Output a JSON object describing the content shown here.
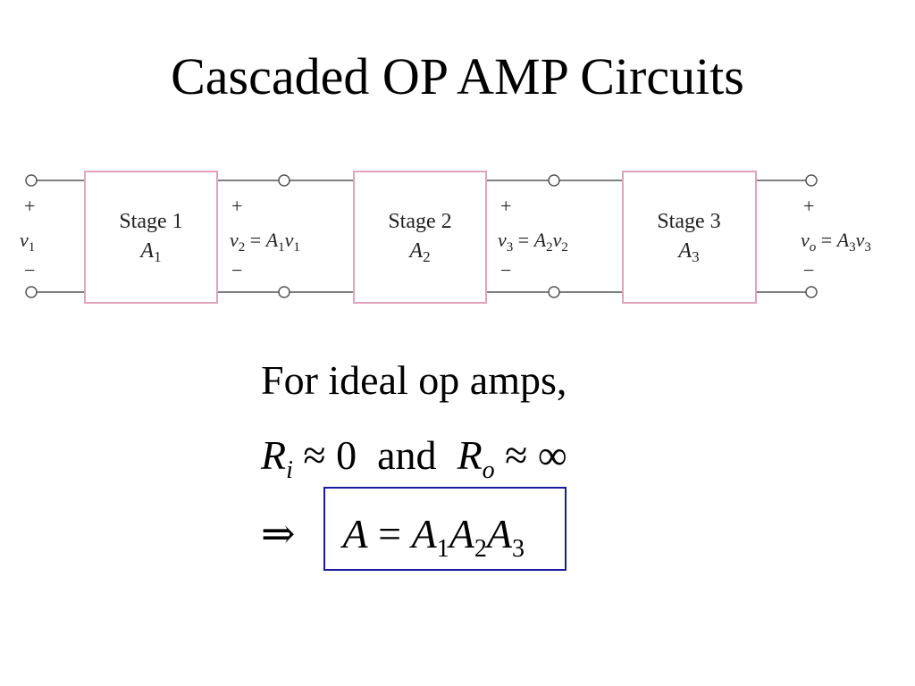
{
  "title": "Cascaded OP AMP Circuits",
  "diagram": {
    "stages": [
      {
        "name": "Stage 1",
        "gain_var": "A",
        "gain_sub": "1"
      },
      {
        "name": "Stage 2",
        "gain_var": "A",
        "gain_sub": "2"
      },
      {
        "name": "Stage 3",
        "gain_var": "A",
        "gain_sub": "3"
      }
    ],
    "ports": [
      {
        "plus": "+",
        "minus": "−",
        "label": "v1"
      },
      {
        "plus": "+",
        "minus": "−",
        "label": "v2 = A1v1"
      },
      {
        "plus": "+",
        "minus": "−",
        "label": "v3 = A2v2"
      },
      {
        "plus": "+",
        "minus": "−",
        "label": "vo = A3v3"
      }
    ],
    "colors": {
      "stage_border": "#e0a4bc",
      "wire": "#555555"
    }
  },
  "equations": {
    "line1": "For  ideal  op  amps,",
    "line2": {
      "r": "R",
      "ri_sub": "i",
      "approx1": "≈ 0",
      "and": "and",
      "ro_sub": "o",
      "approx2": "≈ ∞"
    },
    "line3": {
      "implies": "⇒",
      "lhs": "A",
      "eq": "=",
      "a": "A",
      "s1": "1",
      "s2": "2",
      "s3": "3"
    },
    "box_color": "#1a1a9a"
  }
}
